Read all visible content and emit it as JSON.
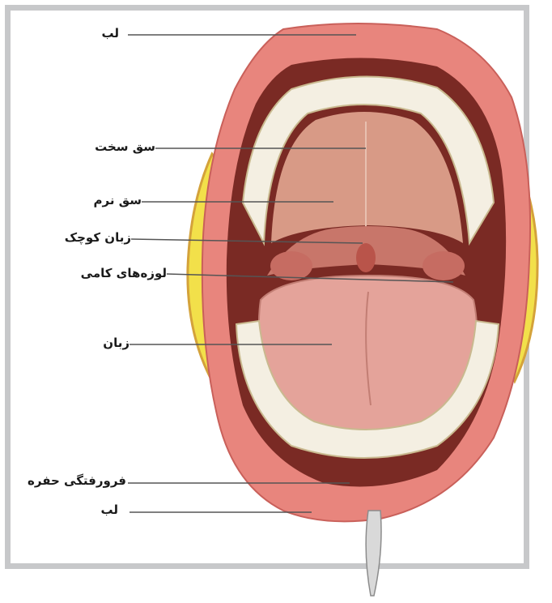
{
  "labels": {
    "lip_top": "لب",
    "hard_palate": "سق سخت",
    "soft_palate": "سق نرم",
    "uvula": "زبان کوچک",
    "palatine_tonsils": "لوزه‌های کامی",
    "tongue": "زبان",
    "fossa_depression": "فرورفتگی حفره",
    "lip_bottom": "لب"
  },
  "colors": {
    "frame": "#c7c8ca",
    "lip": "#e8857d",
    "mouth_dark": "#7a2a24",
    "palate": "#d89a86",
    "tongue": "#e4a39a",
    "teeth": "#f4efe2",
    "fat": "#f2e04a",
    "leader_line": "#555555"
  }
}
